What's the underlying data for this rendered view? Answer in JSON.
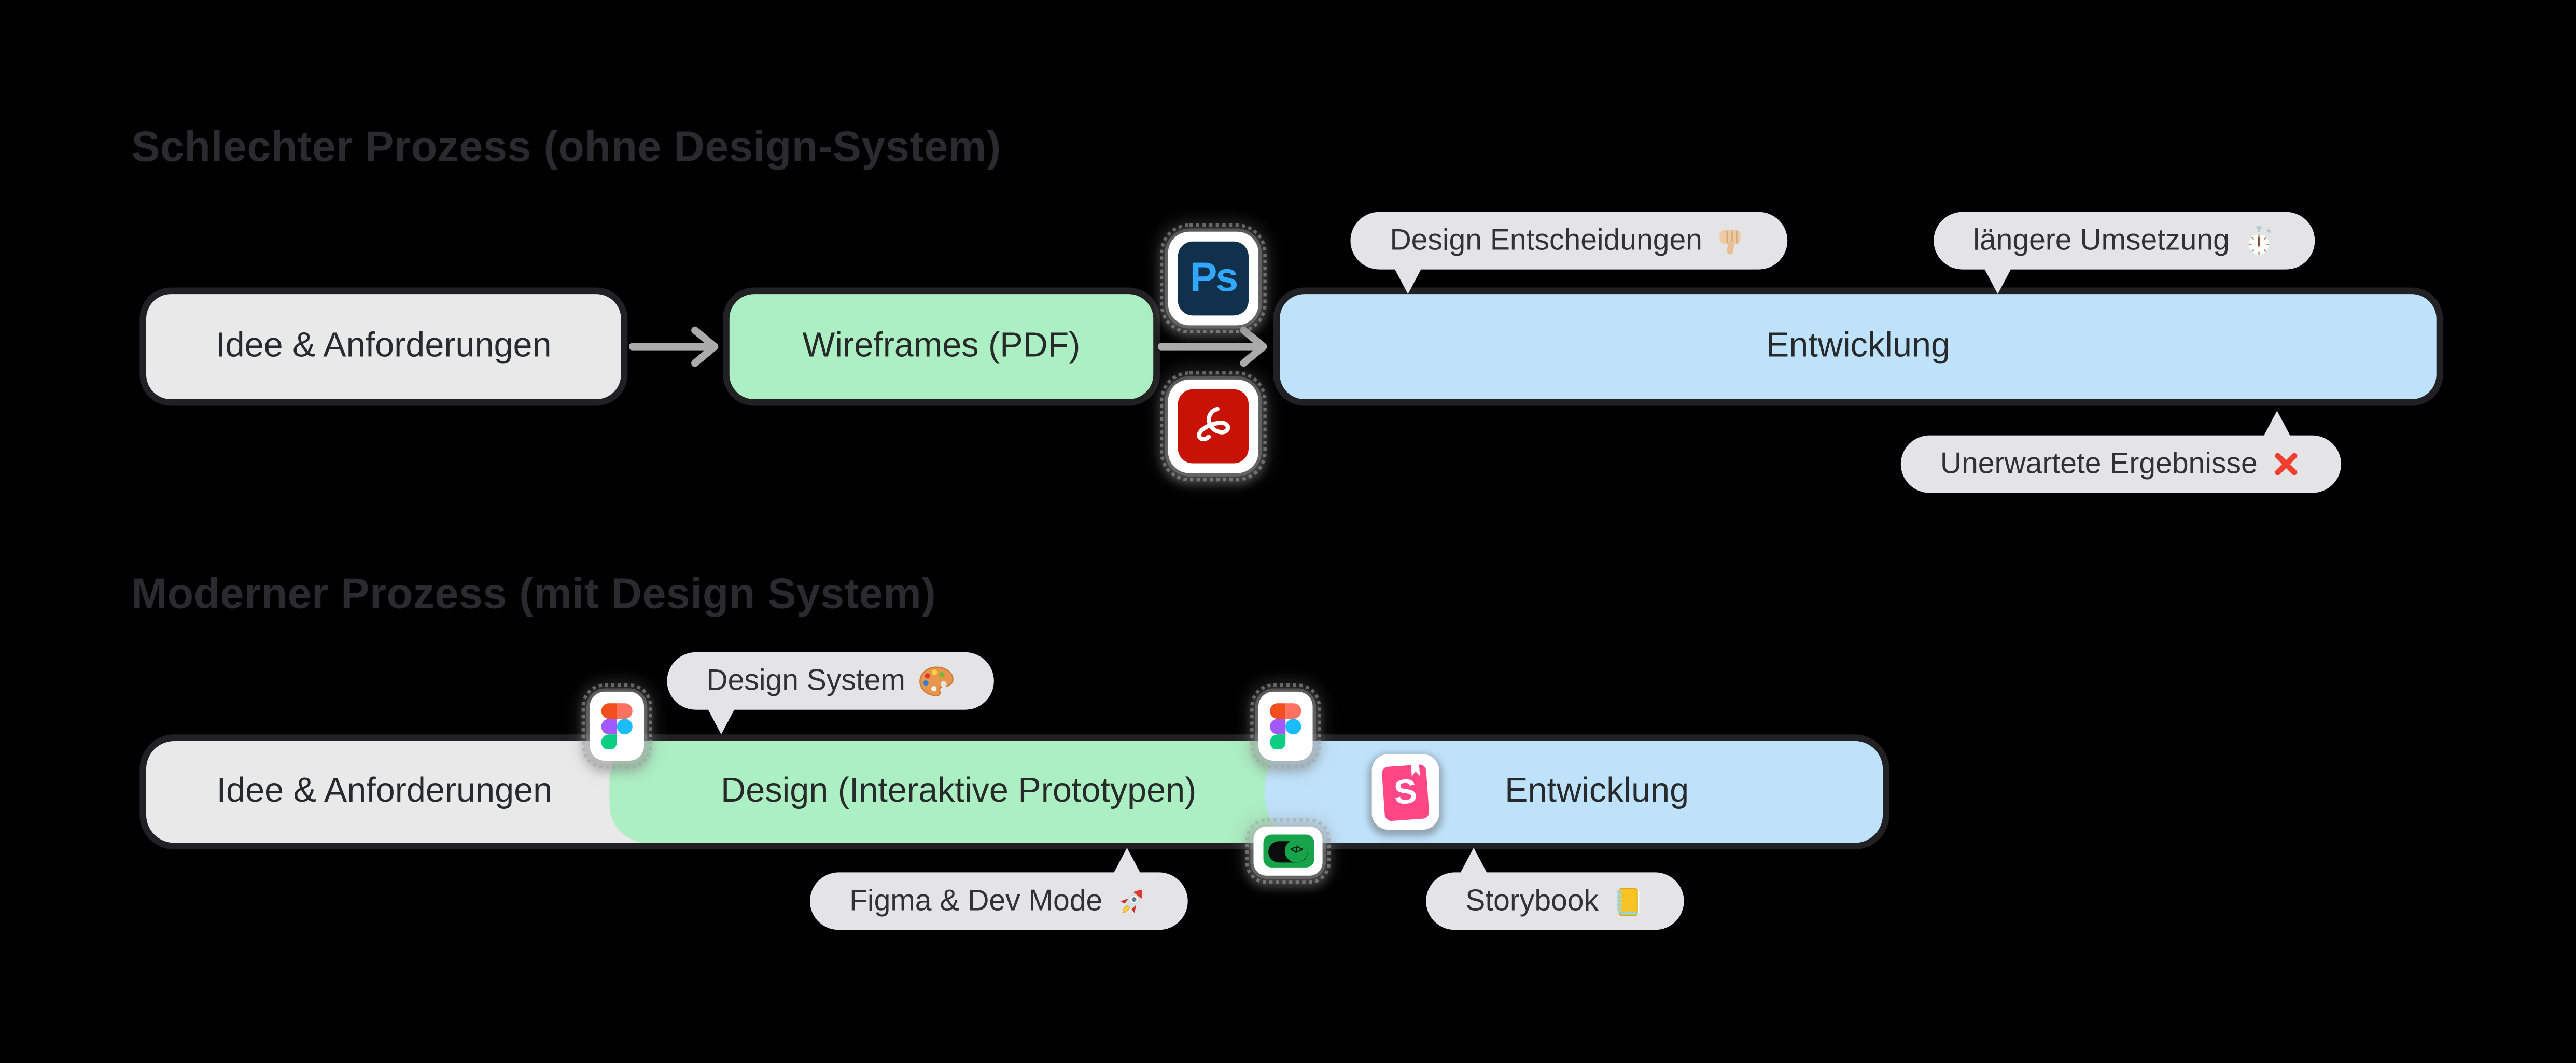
{
  "colors": {
    "background": "#000000",
    "node_gray": "#e9e9e9",
    "node_green": "#abefc2",
    "node_blue": "#bfe2fb",
    "node_border": "#212124",
    "bubble_bg": "#e4e4e6",
    "arrow": "#ababab",
    "heading_text": "#2b2b2e",
    "photoshop_bg": "#10304c",
    "photoshop_text": "#31a8ff",
    "acrobat_red": "#c81205",
    "storybook_pink": "#ff4785",
    "devmode_green": "#16a34a",
    "figma_orange": "#f24e1e",
    "figma_salmon": "#ff7262",
    "figma_purple": "#a259ff",
    "figma_blue": "#1abcfe",
    "figma_green": "#0acf83"
  },
  "bad_process": {
    "heading": "Schlechter Prozess (ohne Design-System)",
    "nodes": [
      {
        "label": "Idee & Anforderungen",
        "color": "#e9e9e9"
      },
      {
        "label": "Wireframes (PDF)",
        "color": "#abefc2"
      },
      {
        "label": "Entwicklung",
        "color": "#bfe2fb"
      }
    ],
    "tools": [
      {
        "name": "photoshop",
        "glyph": "Ps"
      },
      {
        "name": "acrobat-pdf"
      }
    ],
    "callouts": [
      {
        "label": "Design Entscheidungen",
        "emoji": "👎🏼",
        "icon": "thumbs-down",
        "tail": "down"
      },
      {
        "label": "längere Umsetzung",
        "emoji": "⏱️",
        "icon": "stopwatch",
        "tail": "down"
      },
      {
        "label": "Unerwartete Ergebnisse",
        "emoji": "❌",
        "icon": "cross-mark",
        "tail": "up"
      }
    ]
  },
  "good_process": {
    "heading": "Moderner Prozess (mit Design System)",
    "nodes": [
      {
        "label": "Idee & Anforderungen",
        "color": "#e9e9e9"
      },
      {
        "label": "Design (Interaktive Prototypen)",
        "color": "#abefc2"
      },
      {
        "label": "Entwicklung",
        "color": "#bfe2fb"
      }
    ],
    "tools": [
      {
        "name": "figma"
      },
      {
        "name": "figma"
      },
      {
        "name": "dev-mode-toggle",
        "glyph": "</>"
      },
      {
        "name": "storybook",
        "glyph": "S"
      }
    ],
    "callouts": [
      {
        "label": "Design System",
        "emoji": "🎨",
        "icon": "palette",
        "tail": "down"
      },
      {
        "label": "Figma & Dev Mode",
        "emoji": "🚀",
        "icon": "rocket",
        "tail": "up"
      },
      {
        "label": "Storybook",
        "emoji": "📒",
        "icon": "ledger",
        "tail": "up"
      }
    ]
  }
}
